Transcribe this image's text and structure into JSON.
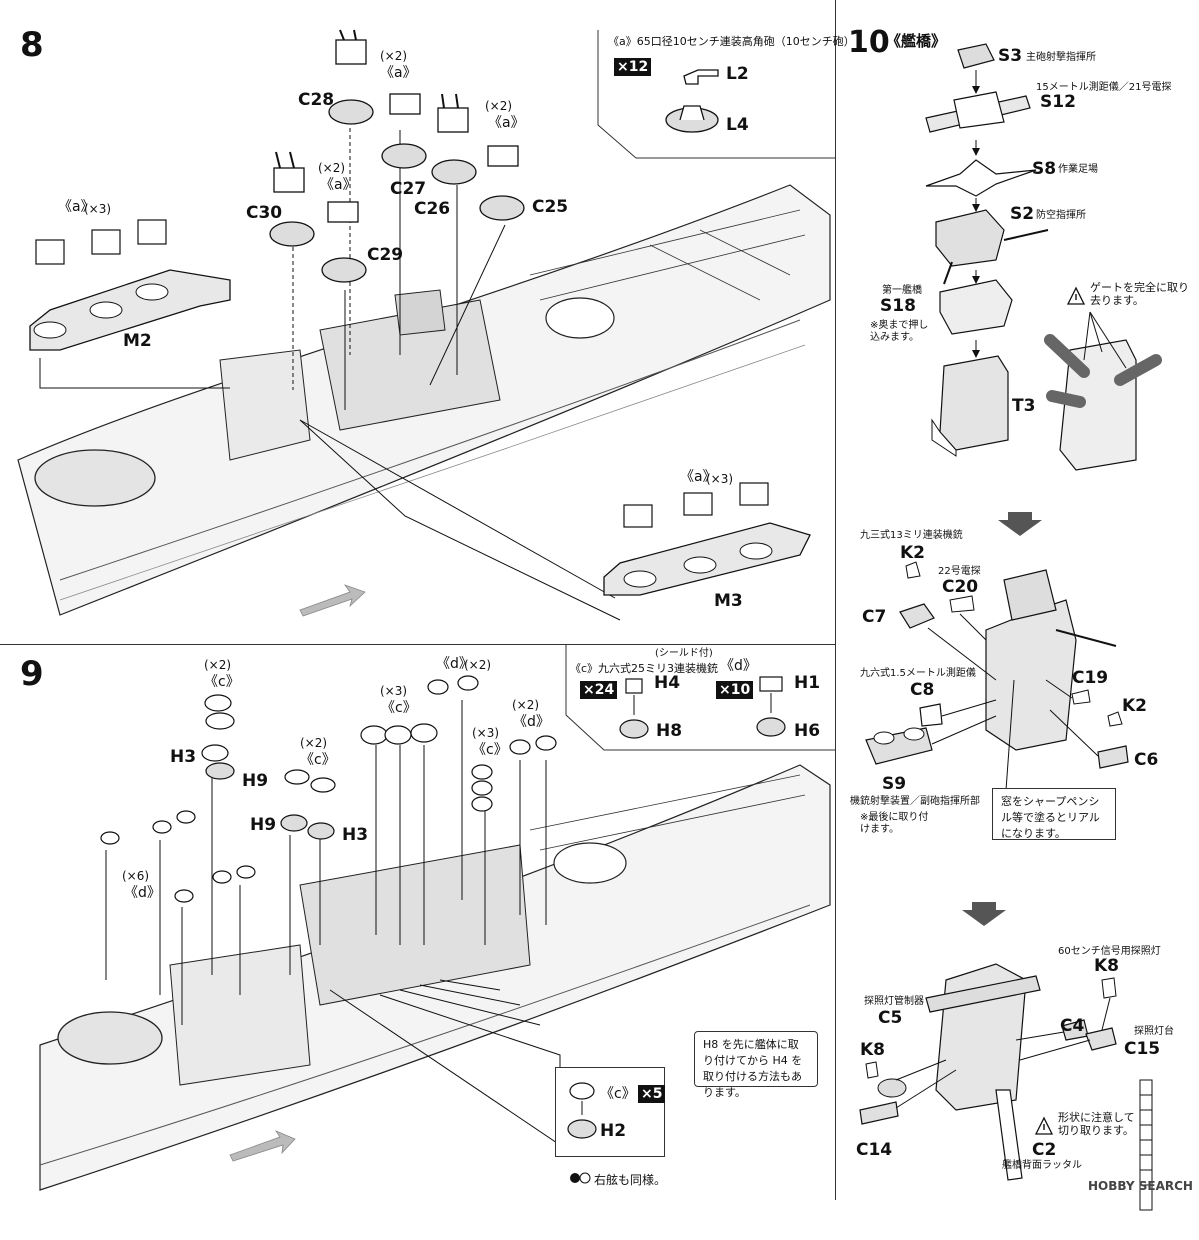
{
  "step8": {
    "num": "8",
    "legend": {
      "title": "《a》65口径10センチ連装高角砲（10センチ砲）",
      "count": "×12",
      "parts": [
        "L2",
        "L4"
      ]
    },
    "groups": [
      {
        "tag": "《a》",
        "mult": "(×3)"
      },
      {
        "tag": "(×2)",
        "sub": "《a》"
      },
      {
        "tag": "(×2)",
        "sub": "《a》"
      },
      {
        "tag": "(×2)",
        "sub": "《a》"
      },
      {
        "tag": "《a》",
        "mult": "(×3)"
      }
    ],
    "parts": [
      "C28",
      "C27",
      "C26",
      "C25",
      "C30",
      "C29",
      "M2",
      "M3"
    ]
  },
  "step9": {
    "num": "9",
    "legend": {
      "shield_note": "(シールド付)",
      "title": "《c》九六式25ミリ3連装機銃",
      "tag_d": "《d》",
      "count_c": "×24",
      "count_d": "×10",
      "parts": [
        "H4",
        "H8",
        "H1",
        "H6"
      ]
    },
    "groups": [
      {
        "mult": "(×2)",
        "tag": "《c》"
      },
      {
        "mult": "(×2)",
        "tag": "《c》"
      },
      {
        "mult": "(×3)",
        "tag": "《c》"
      },
      {
        "tag": "《d》",
        "mult": "(×2)"
      },
      {
        "mult": "(×3)",
        "tag": "《c》"
      },
      {
        "mult": "(×2)",
        "tag": "《d》"
      },
      {
        "mult": "(×6)",
        "tag": "《d》"
      }
    ],
    "parts": [
      "H3",
      "H9",
      "H9",
      "H3"
    ],
    "note": "H8 を先に艦体に取り付けてから H4 を取り付ける方法もあります。",
    "extra": {
      "tag": "《c》",
      "count": "×5",
      "part": "H2"
    },
    "same_side_note": "右舷も同様。"
  },
  "step10": {
    "num": "10",
    "title": "《艦橋》",
    "parts": [
      {
        "code": "S3",
        "desc": "主砲射撃指揮所"
      },
      {
        "code": "S12",
        "desc": "15メートル測距儀／21号電探"
      },
      {
        "code": "S8",
        "desc": "作業足場"
      },
      {
        "code": "S2",
        "desc": "防空指揮所"
      },
      {
        "code": "S18",
        "desc": "第一艦橋"
      },
      {
        "code": "T3",
        "desc": ""
      }
    ],
    "s18_note": "※奥まで押し込みます。",
    "gate_warning": "ゲートを完全に取り去ります。",
    "sub2": {
      "k2": "K2",
      "k2_desc": "九三式13ミリ連装機銃",
      "c20": "C20",
      "c20_desc": "22号電探",
      "c7": "C7",
      "c8": "C8",
      "c8_desc": "九六式1.5メートル測距儀",
      "c19": "C19",
      "k2b": "K2",
      "c6": "C6",
      "s9": "S9",
      "s9_desc": "機銃射撃装置／副砲指揮所部",
      "s9_note": "※最後に取り付けます。",
      "window_note": "窓をシャープペンシル等で塗るとリアルになります。"
    },
    "sub3": {
      "k8": "K8",
      "k8_desc": "60センチ信号用探照灯",
      "c5": "C5",
      "c5_desc": "探照灯管制器",
      "c4": "C4",
      "c15": "C15",
      "c15_desc": "探照灯台",
      "k8b": "K8",
      "c14": "C14",
      "c2": "C2",
      "c2_desc": "艦橋背面ラッタル",
      "cut_warning": "形状に注意して切り取ります。"
    }
  },
  "watermark": "HOBBY SEARCH",
  "colors": {
    "ink": "#111111",
    "gray": "#d9d9d9",
    "dark": "#555555"
  }
}
